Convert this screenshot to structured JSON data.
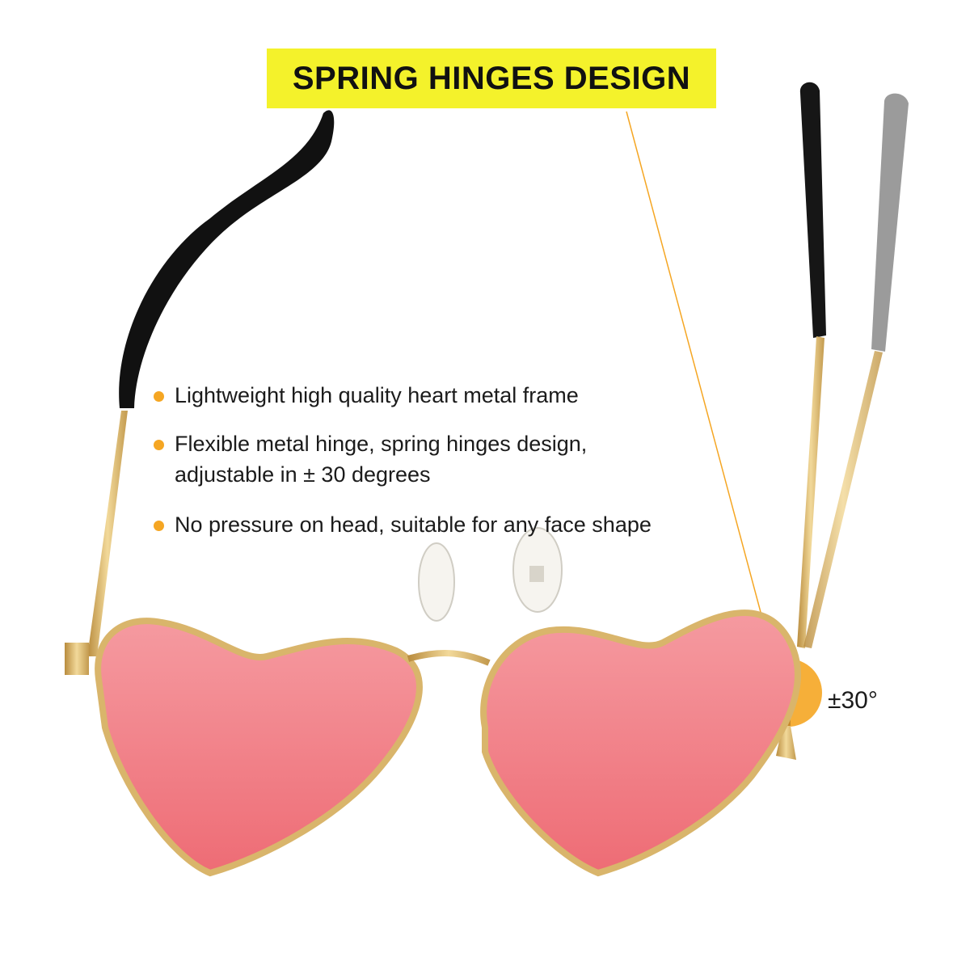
{
  "title": "SPRING HINGES DESIGN",
  "features": [
    "Lightweight high quality heart metal frame",
    "Flexible metal hinge, spring hinges design,",
    "adjustable in ± 30 degrees",
    "No pressure on head, suitable for any face shape"
  ],
  "angle_label": "±30°",
  "colors": {
    "banner": "#f4f22b",
    "bullet": "#f5a623",
    "lens": "#f27f86",
    "frame_gold": "#d8b46a",
    "temple_tip": "#111111",
    "hinge_highlight": "#f5a623"
  }
}
